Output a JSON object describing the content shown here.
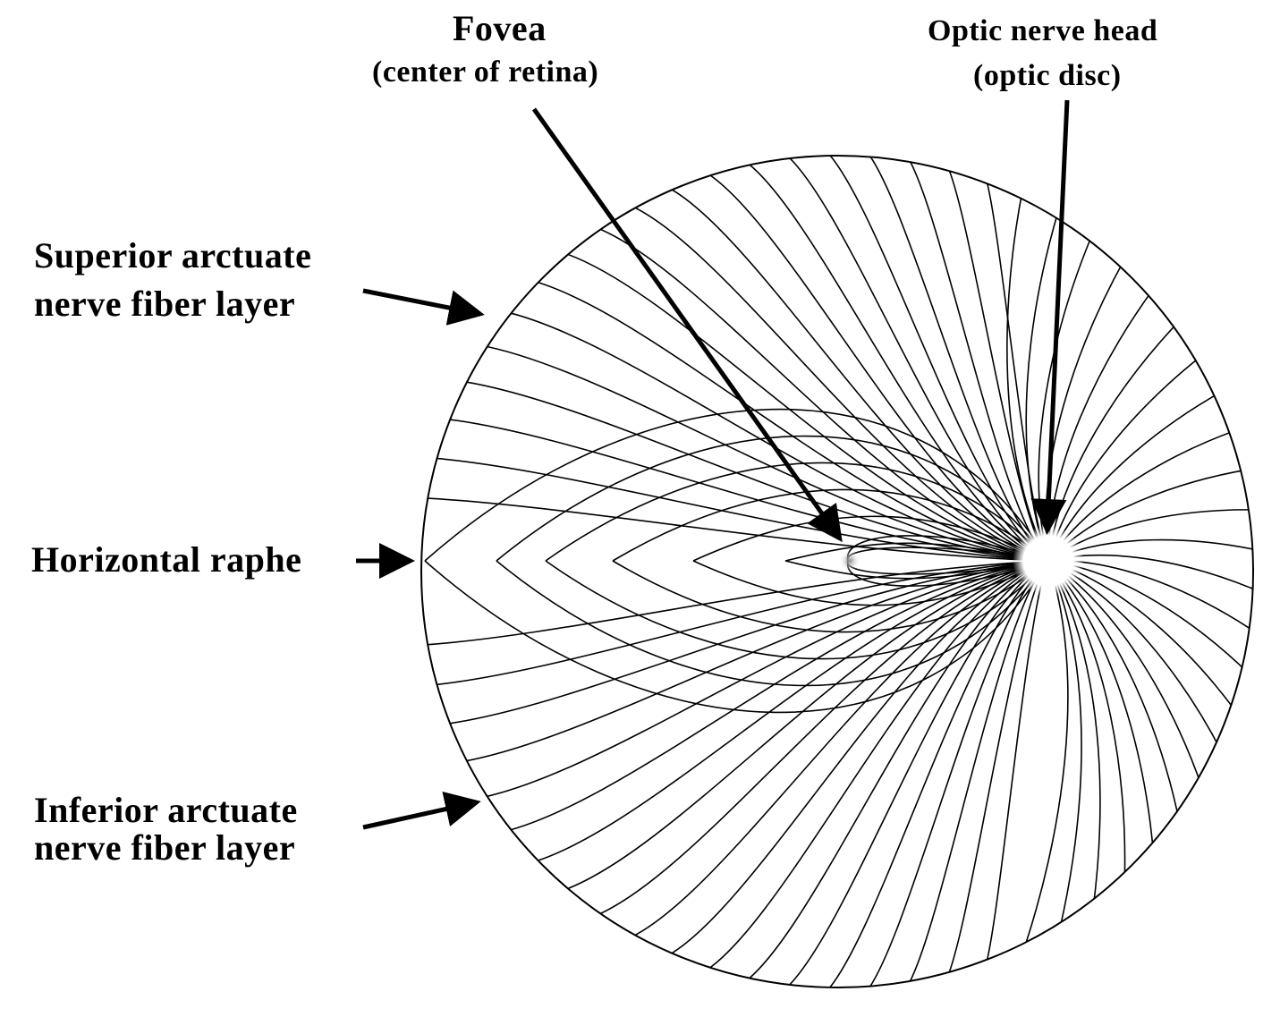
{
  "labels": {
    "fovea_title": "Fovea",
    "fovea_sub": "(center of retina)",
    "optic_title": "Optic nerve head",
    "optic_sub": "(optic disc)",
    "superior_line1": "Superior arctuate",
    "superior_line2": "nerve fiber layer",
    "raphe": "Horizontal raphe",
    "inferior_line1": "Inferior arctuate",
    "inferior_line2": "nerve fiber layer"
  },
  "colors": {
    "line": "#000000",
    "background": "#ffffff",
    "fovea": "#9a9a9a"
  }
}
